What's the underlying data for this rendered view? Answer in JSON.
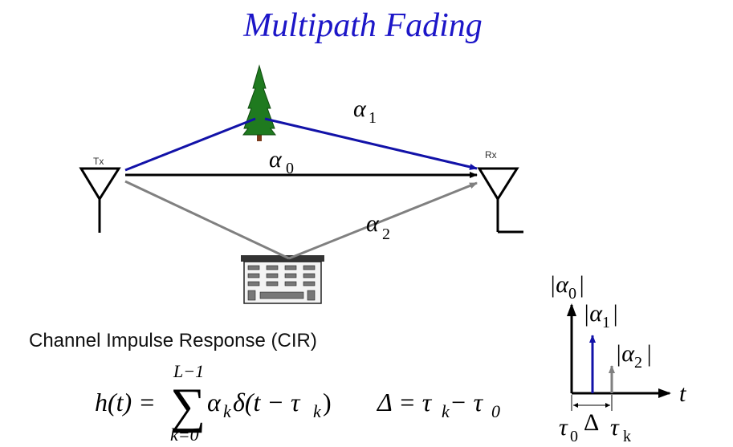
{
  "title": "Multipath Fading",
  "tx_label": "Tx",
  "rx_label": "Rx",
  "paths": [
    {
      "symbol": "α",
      "sub": "0",
      "color": "#000000"
    },
    {
      "symbol": "α",
      "sub": "1",
      "color": "#1212a8"
    },
    {
      "symbol": "α",
      "sub": "2",
      "color": "#808080"
    }
  ],
  "cir_label": "Channel Impulse Response (CIR)",
  "equation": {
    "lhs": "h(t) =",
    "sum_upper": "L−1",
    "sum_lower": "k=0",
    "sigma": "∑",
    "term_alpha": "α",
    "term_alpha_sub": "k",
    "term_delta": "δ(t − τ",
    "term_tau_sub": "k",
    "term_close": ")",
    "delta_def_lhs": "Δ = τ",
    "delta_def_sub1": "k",
    "delta_def_mid": " − τ",
    "delta_def_sub2": "0"
  },
  "impulse_plot": {
    "axis_label": "t",
    "mag0": "|α",
    "mag0_sub": "0",
    "mag1": "|α",
    "mag1_sub": "1",
    "mag2": "|α",
    "mag2_sub": "2",
    "bar": "|",
    "tau0": "τ",
    "tau0_sub": "0",
    "delta": "Δ",
    "tauk": "τ",
    "tauk_sub": "k"
  },
  "colors": {
    "title": "#1c16c8",
    "direct_path": "#000000",
    "tree_path": "#1212a8",
    "building_path": "#808080",
    "tree_green": "#1f7a1f",
    "trunk_brown": "#7a3b1b"
  }
}
